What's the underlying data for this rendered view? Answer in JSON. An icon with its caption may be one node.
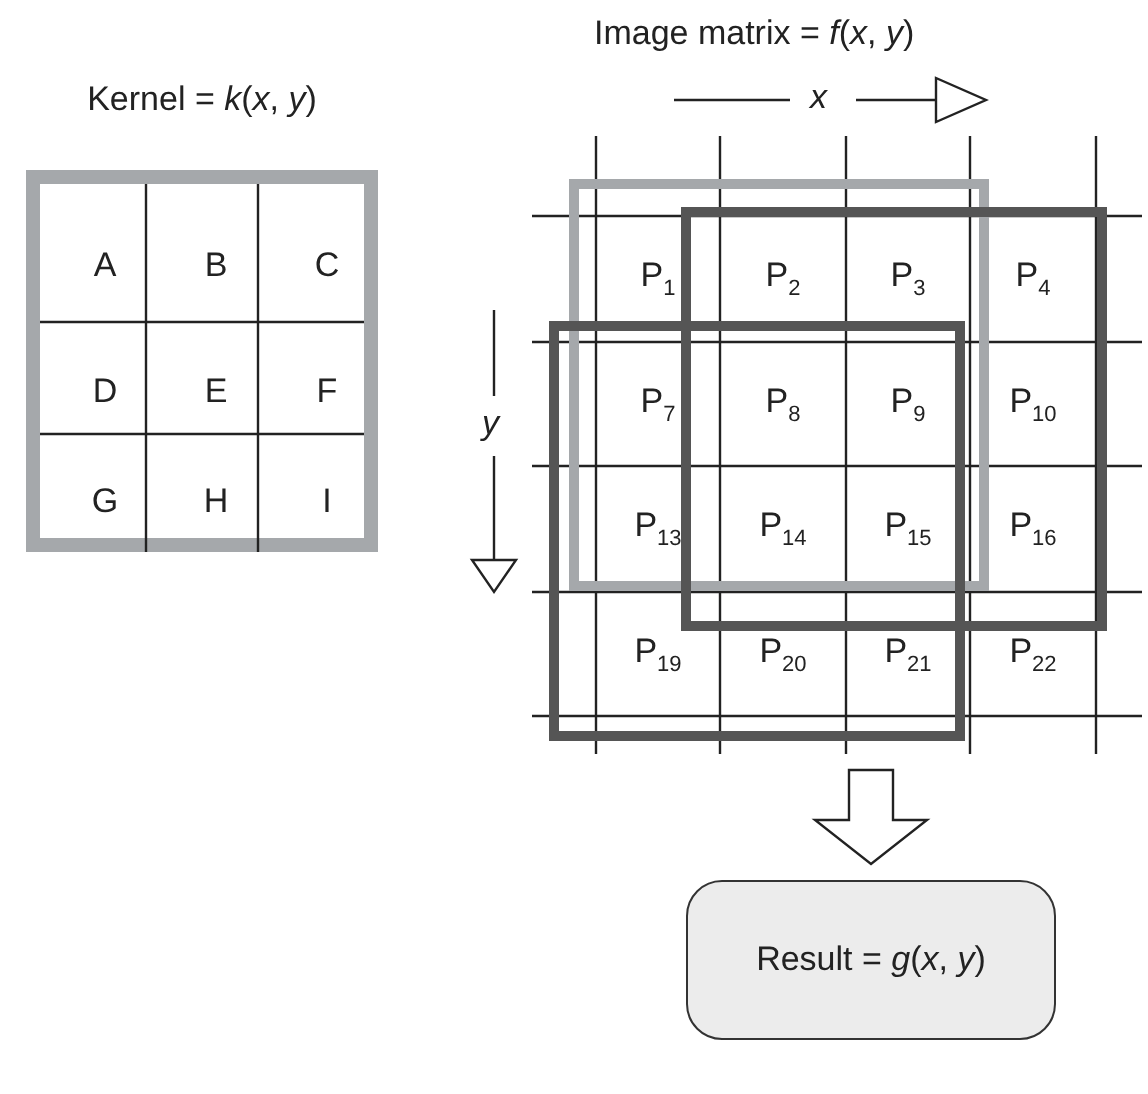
{
  "diagram": {
    "nodes": [
      {
        "text": [
          "Kernel = *k*(*x*, *y*)"
        ]
      },
      {
        "text": [
          "A"
        ],
        "in": 0
      },
      {
        "text": [
          "B"
        ],
        "in": 0
      },
      {
        "text": [
          "C"
        ],
        "in": 0
      },
      {
        "text": [
          "D"
        ],
        "in": 0
      },
      {
        "text": [
          "E"
        ],
        "in": 0
      },
      {
        "text": [
          "F"
        ],
        "in": 0
      },
      {
        "text": [
          "G"
        ],
        "in": 0
      },
      {
        "text": [
          "H"
        ],
        "in": 0
      },
      {
        "text": [
          "I"
        ],
        "in": 0
      },
      {
        "text": [
          "Image matrix = *f*(*x*, *y*)"
        ]
      },
      {
        "text": [
          "P$_{1}$"
        ],
        "in": 10
      },
      {
        "text": [
          "P$_{2}$"
        ],
        "in": 10
      },
      {
        "text": [
          "P$_{3}$"
        ],
        "in": 10
      },
      {
        "text": [
          "P$_{4}$"
        ],
        "in": 10
      },
      {
        "text": [
          "P$_{7}$"
        ],
        "in": 10
      },
      {
        "text": [
          "P$_{8}$"
        ],
        "in": 10
      },
      {
        "text": [
          "P$_{9}$"
        ],
        "in": 10
      },
      {
        "text": [
          "P$_{10}$"
        ],
        "in": 10
      },
      {
        "text": [
          "P$_{13}$"
        ],
        "in": 10
      },
      {
        "text": [
          "P$_{14}$"
        ],
        "in": 10
      },
      {
        "text": [
          "P$_{15}$"
        ],
        "in": 10
      },
      {
        "text": [
          "P$_{16}$"
        ],
        "in": 10
      },
      {
        "text": [
          "P$_{19}$"
        ],
        "in": 10
      },
      {
        "text": [
          "P$_{20}$"
        ],
        "in": 10
      },
      {
        "text": [
          "P$_{21}$"
        ],
        "in": 10
      },
      {
        "text": [
          "P$_{22}$"
        ],
        "in": 10
      },
      {
        "text": [
          "Result = *g*(*x*, *y*)"
        ]
      }
    ],
    "edges": [
      {
        "from": 10,
        "to": 27,
        "arrow": "to"
      }
    ],
    "labels": [
      "x",
      "y"
    ]
  }
}
